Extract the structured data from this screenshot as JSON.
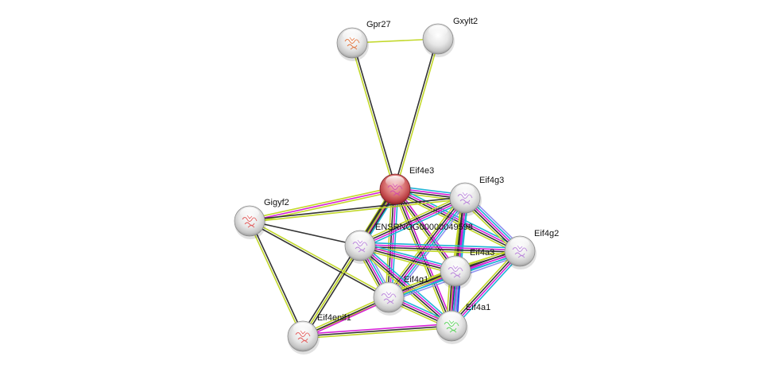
{
  "title": "Protein interaction network",
  "evidence_colors": {
    "textmining": "#c2d82a",
    "coexpression": "#333333",
    "experiments": "#d61fd6",
    "databases": "#1fb2d6",
    "homology": "#8f8ff0",
    "cooccurrence": "#2a2ae0",
    "neighborhood": "#2ad62a"
  },
  "node_style": {
    "query_color": "#c8383f",
    "default_color": "#e8e8e8",
    "outline": "#888888"
  },
  "nodes": [
    {
      "id": "Gpr27",
      "label": "Gpr27",
      "query": false,
      "structure_color": "#e06020"
    },
    {
      "id": "Gxylt2",
      "label": "Gxylt2",
      "query": false,
      "structure_color": null
    },
    {
      "id": "Eif4e3",
      "label": "Eif4e3",
      "query": true,
      "structure_color": "#d040b0"
    },
    {
      "id": "Eif4g3",
      "label": "Eif4g3",
      "query": false,
      "structure_color": "#b070d8"
    },
    {
      "id": "Gigyf2",
      "label": "Gigyf2",
      "query": false,
      "structure_color": "#e04040"
    },
    {
      "id": "ENSRNOG00000049598",
      "label": "ENSRNOG00000049598",
      "query": false,
      "structure_color": "#b070d8"
    },
    {
      "id": "Eif4g2",
      "label": "Eif4g2",
      "query": false,
      "structure_color": "#b070d8"
    },
    {
      "id": "Eif4a3",
      "label": "Eif4a3",
      "query": false,
      "structure_color": "#b070d8"
    },
    {
      "id": "Eif4g1",
      "label": "Eif4g1",
      "query": false,
      "structure_color": "#b070d8"
    },
    {
      "id": "Eif4enif1",
      "label": "Eif4enif1",
      "query": false,
      "structure_color": "#e04040"
    },
    {
      "id": "Eif4a1",
      "label": "Eif4a1",
      "query": false,
      "structure_color": "#40d040"
    }
  ],
  "edges": [
    {
      "source": "Gpr27",
      "target": "Gxylt2",
      "evidence": [
        "textmining"
      ]
    },
    {
      "source": "Gpr27",
      "target": "Eif4e3",
      "evidence": [
        "coexpression",
        "textmining"
      ]
    },
    {
      "source": "Gxylt2",
      "target": "Eif4e3",
      "evidence": [
        "textmining",
        "coexpression"
      ]
    },
    {
      "source": "Eif4e3",
      "target": "Gigyf2",
      "evidence": [
        "textmining",
        "experiments",
        "textmining"
      ]
    },
    {
      "source": "Eif4e3",
      "target": "Eif4g3",
      "evidence": [
        "databases",
        "experiments",
        "coexpression",
        "textmining"
      ]
    },
    {
      "source": "Eif4e3",
      "target": "ENSRNOG00000049598",
      "evidence": [
        "databases",
        "experiments",
        "coexpression",
        "textmining"
      ]
    },
    {
      "source": "Eif4e3",
      "target": "Eif4g2",
      "evidence": [
        "databases",
        "experiments",
        "coexpression",
        "textmining"
      ]
    },
    {
      "source": "Eif4e3",
      "target": "Eif4a3",
      "evidence": [
        "experiments",
        "coexpression",
        "textmining"
      ]
    },
    {
      "source": "Eif4e3",
      "target": "Eif4g1",
      "evidence": [
        "databases",
        "experiments",
        "coexpression",
        "textmining"
      ]
    },
    {
      "source": "Eif4e3",
      "target": "Eif4enif1",
      "evidence": [
        "coexpression",
        "textmining",
        "coexpression"
      ]
    },
    {
      "source": "Eif4e3",
      "target": "Eif4a1",
      "evidence": [
        "experiments",
        "coexpression",
        "textmining"
      ]
    },
    {
      "source": "Gigyf2",
      "target": "ENSRNOG00000049598",
      "evidence": [
        "coexpression"
      ]
    },
    {
      "source": "Gigyf2",
      "target": "Eif4g3",
      "evidence": [
        "coexpression",
        "textmining"
      ]
    },
    {
      "source": "Gigyf2",
      "target": "Eif4g1",
      "evidence": [
        "textmining",
        "coexpression"
      ]
    },
    {
      "source": "Gigyf2",
      "target": "Eif4enif1",
      "evidence": [
        "coexpression",
        "textmining"
      ]
    },
    {
      "source": "Eif4g3",
      "target": "ENSRNOG00000049598",
      "evidence": [
        "databases",
        "experiments",
        "coexpression",
        "textmining"
      ]
    },
    {
      "source": "Eif4g3",
      "target": "Eif4g2",
      "evidence": [
        "homology",
        "databases",
        "experiments",
        "coexpression",
        "textmining"
      ]
    },
    {
      "source": "Eif4g3",
      "target": "Eif4a3",
      "evidence": [
        "databases",
        "experiments",
        "coexpression",
        "textmining"
      ]
    },
    {
      "source": "Eif4g3",
      "target": "Eif4g1",
      "evidence": [
        "homology",
        "databases",
        "experiments",
        "coexpression",
        "textmining"
      ]
    },
    {
      "source": "Eif4g3",
      "target": "Eif4a1",
      "evidence": [
        "databases",
        "experiments",
        "coexpression",
        "textmining"
      ]
    },
    {
      "source": "ENSRNOG00000049598",
      "target": "Eif4g2",
      "evidence": [
        "databases",
        "experiments",
        "coexpression",
        "textmining"
      ]
    },
    {
      "source": "ENSRNOG00000049598",
      "target": "Eif4a3",
      "evidence": [
        "databases",
        "experiments",
        "coexpression",
        "textmining"
      ]
    },
    {
      "source": "ENSRNOG00000049598",
      "target": "Eif4g1",
      "evidence": [
        "homology",
        "databases",
        "experiments",
        "coexpression",
        "textmining"
      ]
    },
    {
      "source": "ENSRNOG00000049598",
      "target": "Eif4a1",
      "evidence": [
        "databases",
        "experiments",
        "coexpression",
        "textmining"
      ]
    },
    {
      "source": "ENSRNOG00000049598",
      "target": "Eif4enif1",
      "evidence": [
        "textmining"
      ]
    },
    {
      "source": "Eif4g2",
      "target": "Eif4a3",
      "evidence": [
        "databases",
        "experiments",
        "coexpression",
        "textmining"
      ]
    },
    {
      "source": "Eif4g2",
      "target": "Eif4g1",
      "evidence": [
        "homology",
        "databases",
        "experiments",
        "coexpression",
        "textmining"
      ]
    },
    {
      "source": "Eif4g2",
      "target": "Eif4a1",
      "evidence": [
        "databases",
        "experiments",
        "coexpression",
        "textmining"
      ]
    },
    {
      "source": "Eif4a3",
      "target": "Eif4g1",
      "evidence": [
        "databases",
        "experiments",
        "coexpression",
        "textmining"
      ]
    },
    {
      "source": "Eif4a3",
      "target": "Eif4a1",
      "evidence": [
        "cooccurrence",
        "homology",
        "databases",
        "experiments",
        "coexpression",
        "textmining"
      ]
    },
    {
      "source": "Eif4a3",
      "target": "Eif4enif1",
      "evidence": [
        "textmining"
      ]
    },
    {
      "source": "Eif4g1",
      "target": "Eif4a1",
      "evidence": [
        "databases",
        "experiments",
        "coexpression",
        "textmining"
      ]
    },
    {
      "source": "Eif4g1",
      "target": "Eif4enif1",
      "evidence": [
        "experiments",
        "coexpression",
        "textmining"
      ]
    },
    {
      "source": "Eif4enif1",
      "target": "Eif4a1",
      "evidence": [
        "experiments",
        "coexpression",
        "textmining"
      ]
    }
  ]
}
